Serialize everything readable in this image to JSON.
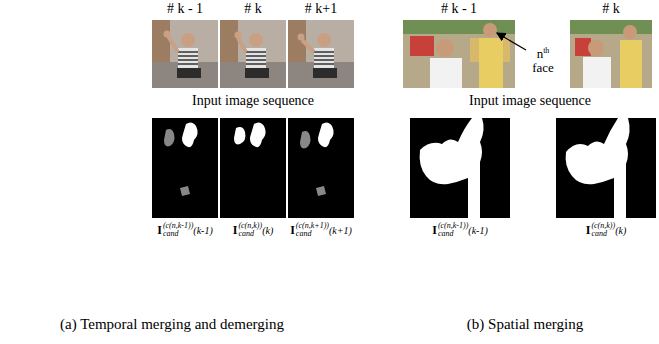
{
  "diagram": {
    "labels": [
      "# k - 1",
      "# k",
      "# k+1",
      "# k - 1",
      "# k",
      "n",
      "th",
      "face",
      "Input image sequence",
      "Input image sequence",
      "I",
      "cand",
      "(c(n,k-1))",
      "(k-1)",
      "I",
      "cand",
      "(c(n,k))",
      "(k)",
      "I",
      "cand",
      "(c(n,k+1))",
      "(k+1)",
      "I",
      "cand",
      "(c(n,k-1))",
      "(k-1)",
      "I",
      "cand",
      "(c(n,k))",
      "(k)",
      "(a) Temporal merging and demerging",
      "(b) Spatial merging"
    ]
  }
}
